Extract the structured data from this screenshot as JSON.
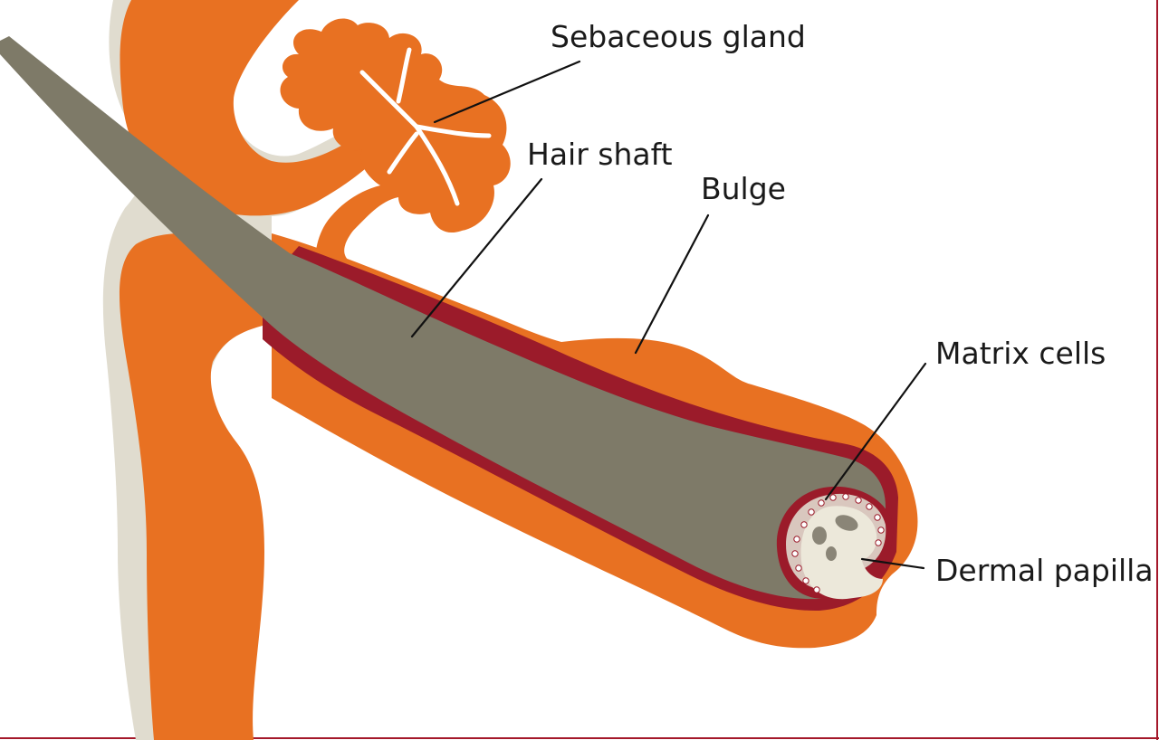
{
  "labels": {
    "sebaceous_gland": "Sebaceous gland",
    "hair_shaft": "Hair shaft",
    "bulge": "Bulge",
    "matrix_cells": "Matrix cells",
    "dermal_papilla": "Dermal papilla"
  },
  "colors": {
    "tissue_orange": "#e87122",
    "shadow_beige": "#e0dccf",
    "hair_grey": "#7e7a68",
    "sheath_red": "#9b1b2a",
    "papilla_cream": "#ece8da",
    "frame_red": "#a4182a"
  }
}
